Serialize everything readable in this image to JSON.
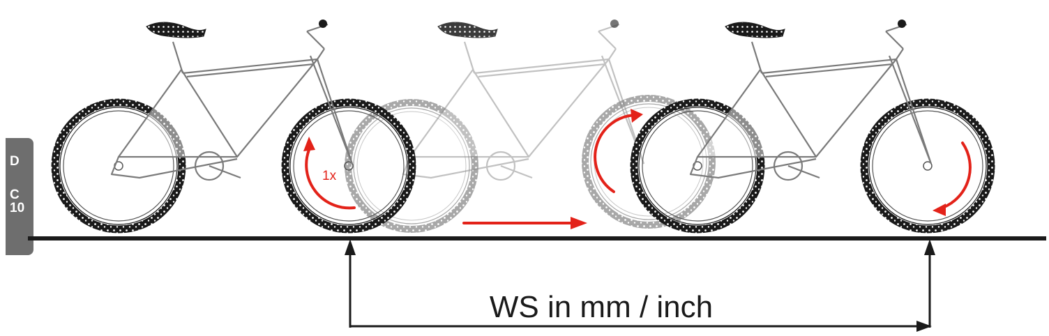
{
  "side_tab": {
    "line1": "D",
    "line2": "C",
    "line3": "10"
  },
  "wheel_turn_label": "1x",
  "measure_label": "WS in mm / inch",
  "colors": {
    "arrow": "#e32219",
    "line": "#1a1a1a",
    "tab": "#6e6e6e",
    "frame": "#7a7a7a",
    "ghost": "#b0b0b0"
  }
}
